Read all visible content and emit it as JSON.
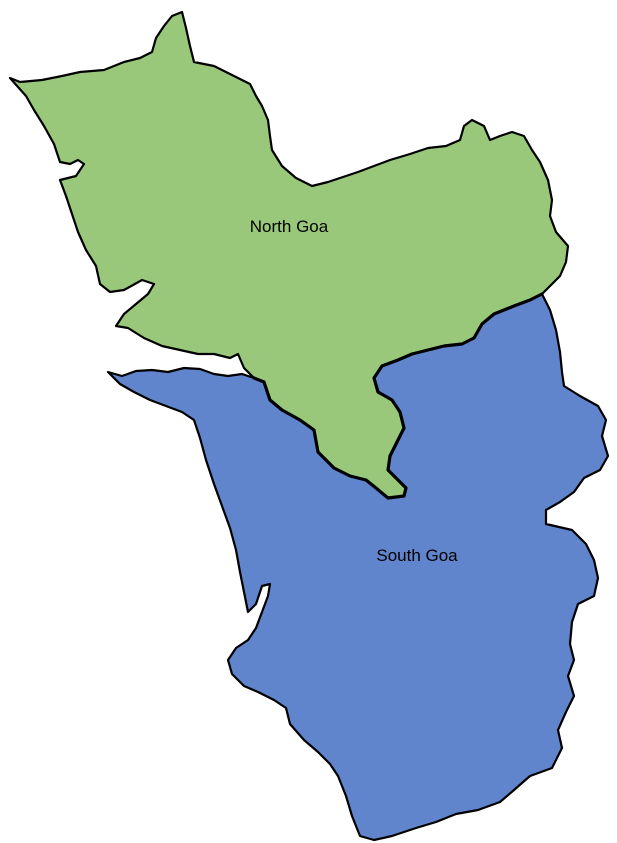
{
  "map": {
    "regions": [
      {
        "id": "north",
        "name": "North Goa",
        "color": "#99c87a"
      },
      {
        "id": "south",
        "name": "South Goa",
        "color": "#6085cc"
      }
    ],
    "border_color": "#000000",
    "background": "#ffffff"
  }
}
